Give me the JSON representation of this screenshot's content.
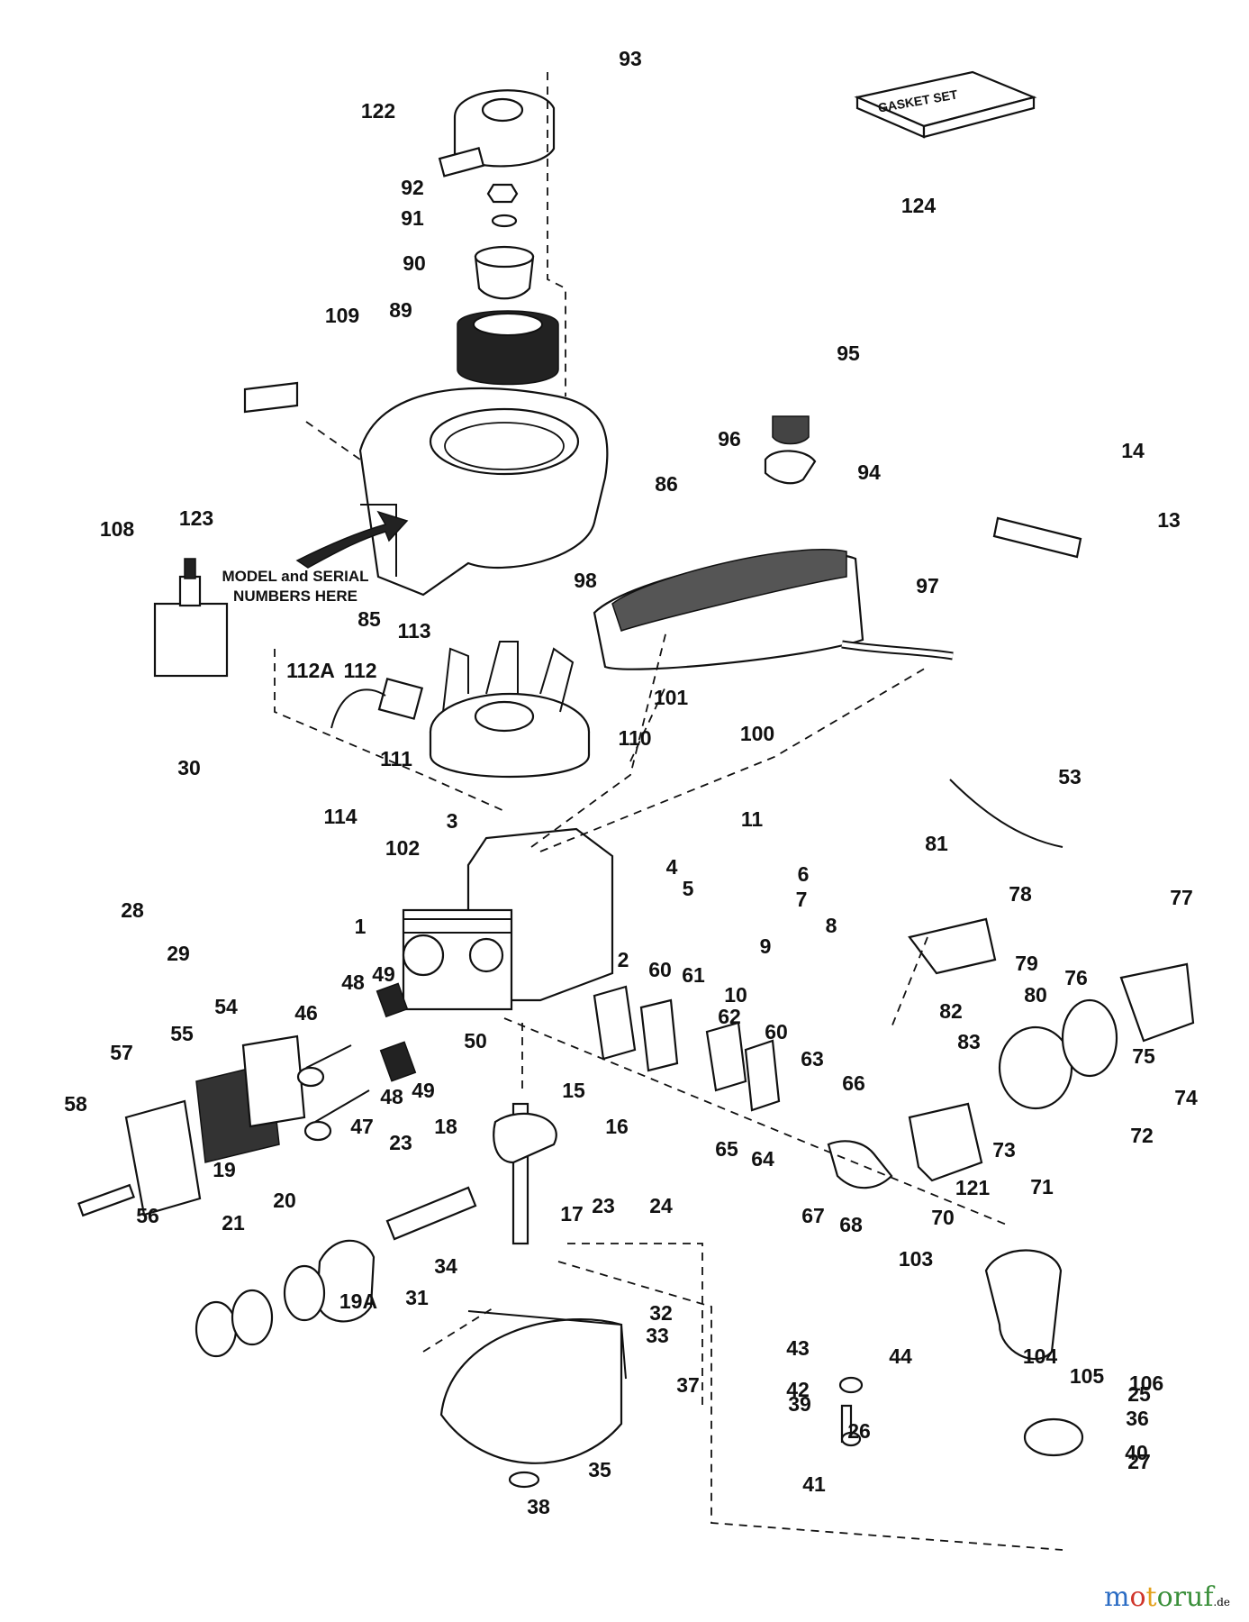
{
  "gasket_box_label": "GASKET SET",
  "model_note": [
    "MODEL and SERIAL",
    "NUMBERS HERE"
  ],
  "watermark": {
    "main": "motoruf",
    "suffix": ".de"
  },
  "brand_colors": {
    "watermark_m": "#2b6cc4",
    "watermark_o": "#d0362c",
    "watermark_t": "#e3a11b",
    "watermark_rest": "#3a8f3a"
  },
  "callouts": [
    "93",
    "122",
    "92",
    "91",
    "90",
    "89",
    "109",
    "124",
    "95",
    "96",
    "94",
    "14",
    "13",
    "86",
    "108",
    "123",
    "85",
    "98",
    "97",
    "113",
    "112A",
    "112",
    "110",
    "101",
    "100",
    "111",
    "53",
    "30",
    "114",
    "3",
    "102",
    "11",
    "81",
    "78",
    "77",
    "4",
    "5",
    "6",
    "7",
    "8",
    "28",
    "1",
    "29",
    "9",
    "2",
    "60",
    "79",
    "80",
    "76",
    "48",
    "49",
    "61",
    "10",
    "82",
    "83",
    "54",
    "46",
    "50",
    "62",
    "60",
    "75",
    "55",
    "57",
    "63",
    "66",
    "74",
    "58",
    "49",
    "48",
    "47",
    "15",
    "18",
    "16",
    "65",
    "64",
    "73",
    "72",
    "19",
    "23",
    "71",
    "121",
    "56",
    "20",
    "24",
    "17",
    "23",
    "67",
    "68",
    "70",
    "21",
    "103",
    "34",
    "19A",
    "31",
    "32",
    "33",
    "104",
    "105",
    "106",
    "43",
    "44",
    "42",
    "37",
    "39",
    "36",
    "25",
    "26",
    "40",
    "35",
    "41",
    "27",
    "38"
  ]
}
